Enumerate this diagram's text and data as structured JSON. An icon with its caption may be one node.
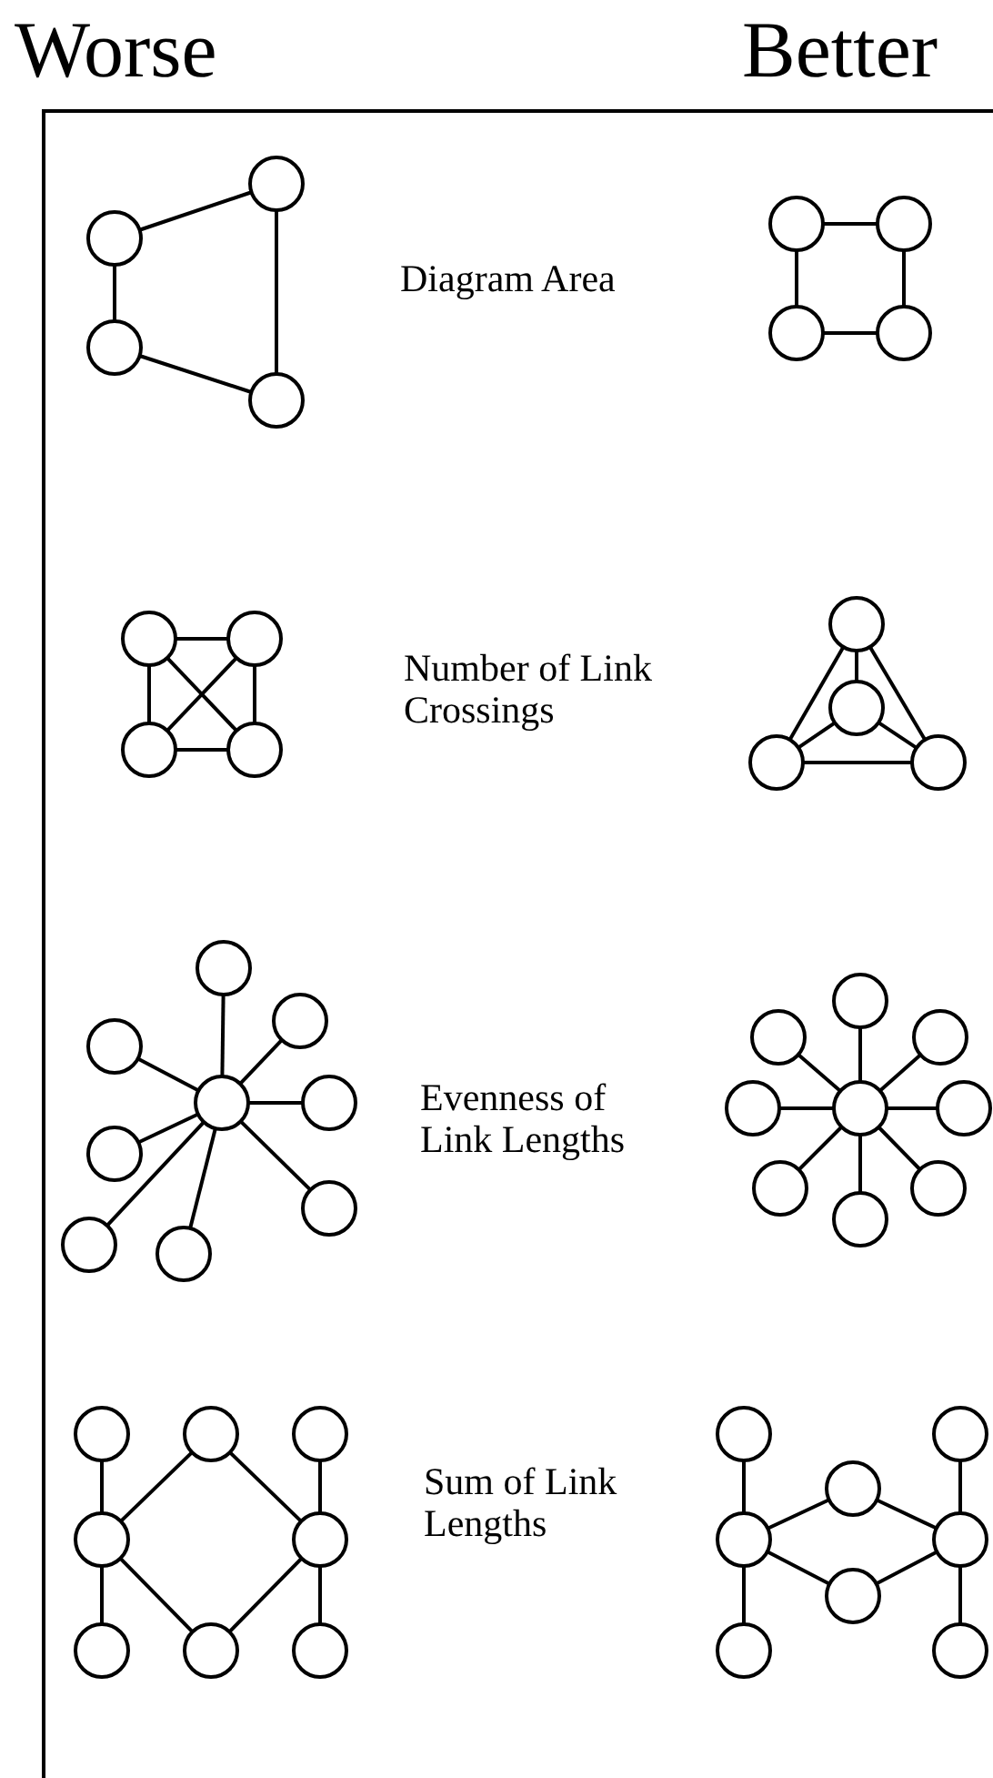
{
  "diagram": {
    "nodes": [
      {
        "text": [],
        "shape": "circle"
      },
      {
        "text": [],
        "shape": "circle"
      },
      {
        "text": [],
        "shape": "circle"
      },
      {
        "text": [],
        "shape": "circle"
      },
      {
        "text": [],
        "shape": "circle"
      },
      {
        "text": [],
        "shape": "circle"
      },
      {
        "text": [],
        "shape": "circle"
      },
      {
        "text": [],
        "shape": "circle"
      },
      {
        "text": [],
        "shape": "circle"
      },
      {
        "text": [],
        "shape": "circle"
      },
      {
        "text": [],
        "shape": "circle"
      },
      {
        "text": [],
        "shape": "circle"
      },
      {
        "text": [],
        "shape": "circle"
      },
      {
        "text": [],
        "shape": "circle"
      },
      {
        "text": [],
        "shape": "circle"
      },
      {
        "text": [],
        "shape": "circle"
      },
      {
        "text": [],
        "shape": "circle"
      },
      {
        "text": [],
        "shape": "circle"
      },
      {
        "text": [],
        "shape": "circle"
      },
      {
        "text": [],
        "shape": "circle"
      },
      {
        "text": [],
        "shape": "circle"
      },
      {
        "text": [],
        "shape": "circle"
      },
      {
        "text": [],
        "shape": "circle"
      },
      {
        "text": [],
        "shape": "circle"
      },
      {
        "text": [],
        "shape": "circle"
      },
      {
        "text": [],
        "shape": "circle"
      },
      {
        "text": [],
        "shape": "circle"
      },
      {
        "text": [],
        "shape": "circle"
      },
      {
        "text": [],
        "shape": "circle"
      },
      {
        "text": [],
        "shape": "circle"
      },
      {
        "text": [],
        "shape": "circle"
      },
      {
        "text": [],
        "shape": "circle"
      },
      {
        "text": [],
        "shape": "circle"
      },
      {
        "text": [],
        "shape": "circle"
      },
      {
        "text": [],
        "shape": "circle"
      },
      {
        "text": [],
        "shape": "circle"
      },
      {
        "text": [],
        "shape": "circle"
      },
      {
        "text": [],
        "shape": "circle"
      },
      {
        "text": [],
        "shape": "circle"
      },
      {
        "text": [],
        "shape": "circle"
      },
      {
        "text": [],
        "shape": "circle"
      },
      {
        "text": [],
        "shape": "circle"
      },
      {
        "text": [],
        "shape": "circle"
      },
      {
        "text": [],
        "shape": "circle"
      },
      {
        "text": [],
        "shape": "circle"
      },
      {
        "text": [],
        "shape": "circle"
      },
      {
        "text": [],
        "shape": "circle"
      },
      {
        "text": [],
        "shape": "circle"
      },
      {
        "text": [],
        "shape": "circle"
      },
      {
        "text": [],
        "shape": "circle"
      }
    ],
    "edges": [
      {
        "from": 0,
        "to": 1,
        "arrow": "none"
      },
      {
        "from": 0,
        "to": 2,
        "arrow": "none"
      },
      {
        "from": 2,
        "to": 3,
        "arrow": "none"
      },
      {
        "from": 1,
        "to": 3,
        "arrow": "none"
      },
      {
        "from": 4,
        "to": 5,
        "arrow": "none"
      },
      {
        "from": 4,
        "to": 6,
        "arrow": "none"
      },
      {
        "from": 5,
        "to": 7,
        "arrow": "none"
      },
      {
        "from": 6,
        "to": 7,
        "arrow": "none"
      },
      {
        "from": 8,
        "to": 9,
        "arrow": "none"
      },
      {
        "from": 8,
        "to": 10,
        "arrow": "none"
      },
      {
        "from": 9,
        "to": 11,
        "arrow": "none"
      },
      {
        "from": 10,
        "to": 11,
        "arrow": "none"
      },
      {
        "from": 8,
        "to": 11,
        "arrow": "none"
      },
      {
        "from": 9,
        "to": 10,
        "arrow": "none"
      },
      {
        "from": 12,
        "to": 14,
        "arrow": "none"
      },
      {
        "from": 12,
        "to": 15,
        "arrow": "none"
      },
      {
        "from": 14,
        "to": 15,
        "arrow": "none"
      },
      {
        "from": 12,
        "to": 13,
        "arrow": "none"
      },
      {
        "from": 13,
        "to": 14,
        "arrow": "none"
      },
      {
        "from": 13,
        "to": 15,
        "arrow": "none"
      },
      {
        "from": 16,
        "to": 17,
        "arrow": "none"
      },
      {
        "from": 16,
        "to": 18,
        "arrow": "none"
      },
      {
        "from": 16,
        "to": 19,
        "arrow": "none"
      },
      {
        "from": 16,
        "to": 20,
        "arrow": "none"
      },
      {
        "from": 16,
        "to": 21,
        "arrow": "none"
      },
      {
        "from": 16,
        "to": 22,
        "arrow": "none"
      },
      {
        "from": 16,
        "to": 23,
        "arrow": "none"
      },
      {
        "from": 16,
        "to": 24,
        "arrow": "none"
      },
      {
        "from": 25,
        "to": 26,
        "arrow": "none"
      },
      {
        "from": 25,
        "to": 27,
        "arrow": "none"
      },
      {
        "from": 25,
        "to": 28,
        "arrow": "none"
      },
      {
        "from": 25,
        "to": 29,
        "arrow": "none"
      },
      {
        "from": 25,
        "to": 30,
        "arrow": "none"
      },
      {
        "from": 25,
        "to": 31,
        "arrow": "none"
      },
      {
        "from": 25,
        "to": 32,
        "arrow": "none"
      },
      {
        "from": 25,
        "to": 33,
        "arrow": "none"
      },
      {
        "from": 34,
        "to": 37,
        "arrow": "none"
      },
      {
        "from": 37,
        "to": 39,
        "arrow": "none"
      },
      {
        "from": 36,
        "to": 38,
        "arrow": "none"
      },
      {
        "from": 38,
        "to": 41,
        "arrow": "none"
      },
      {
        "from": 37,
        "to": 35,
        "arrow": "none"
      },
      {
        "from": 35,
        "to": 38,
        "arrow": "none"
      },
      {
        "from": 37,
        "to": 40,
        "arrow": "none"
      },
      {
        "from": 40,
        "to": 38,
        "arrow": "none"
      },
      {
        "from": 42,
        "to": 45,
        "arrow": "none"
      },
      {
        "from": 45,
        "to": 48,
        "arrow": "none"
      },
      {
        "from": 43,
        "to": 46,
        "arrow": "none"
      },
      {
        "from": 46,
        "to": 49,
        "arrow": "none"
      },
      {
        "from": 45,
        "to": 44,
        "arrow": "none"
      },
      {
        "from": 44,
        "to": 46,
        "arrow": "none"
      },
      {
        "from": 45,
        "to": 47,
        "arrow": "none"
      },
      {
        "from": 47,
        "to": 46,
        "arrow": "none"
      }
    ],
    "labels": [
      "Worse",
      "Better",
      "Diagram Area",
      "Number of Link Crossings",
      "Evenness of Link Lengths",
      "Sum of Link Lengths"
    ]
  }
}
